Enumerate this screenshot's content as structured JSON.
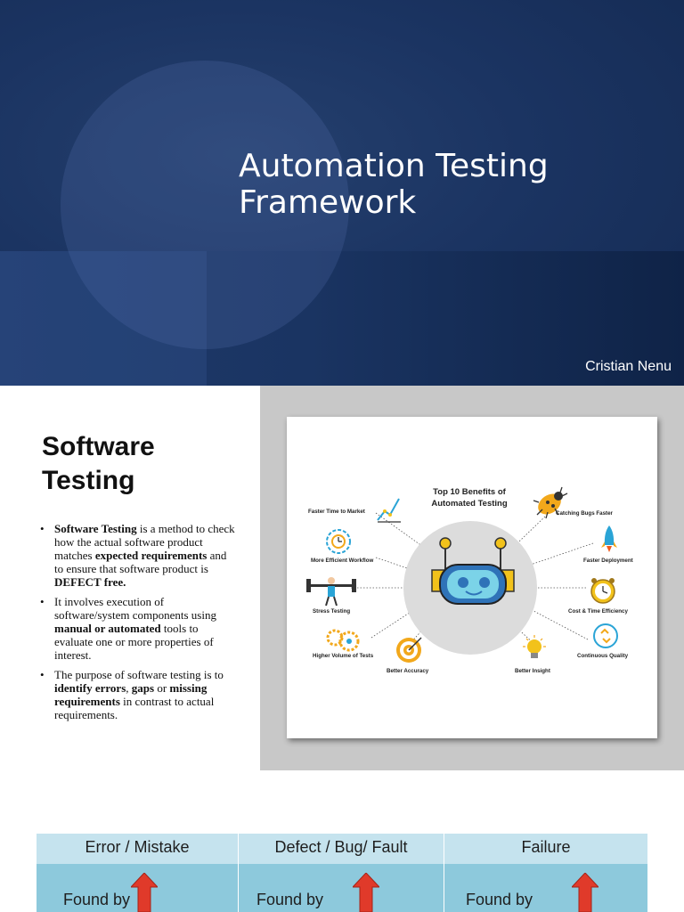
{
  "slide1": {
    "title_line1": "Automation Testing",
    "title_line2": "Framework",
    "author": "Cristian Nenu"
  },
  "slide2": {
    "heading_line1": "Software",
    "heading_line2": "Testing",
    "bullets": [
      {
        "parts": [
          {
            "text": "Software Testing",
            "bold": true
          },
          {
            "text": " is a method to check how the actual software product matches ",
            "bold": false
          },
          {
            "text": "expected requirements",
            "bold": true
          },
          {
            "text": " and to ensure that software product is ",
            "bold": false
          },
          {
            "text": "DEFECT free.",
            "bold": true
          }
        ]
      },
      {
        "parts": [
          {
            "text": " It involves execution of software/system components using ",
            "bold": false
          },
          {
            "text": "manual or automated",
            "bold": true
          },
          {
            "text": " tools to evaluate one or more properties of interest.",
            "bold": false
          }
        ]
      },
      {
        "parts": [
          {
            "text": "The purpose of software testing is to ",
            "bold": false
          },
          {
            "text": "identify errors",
            "bold": true
          },
          {
            "text": ", ",
            "bold": false
          },
          {
            "text": "gaps",
            "bold": true
          },
          {
            "text": " or ",
            "bold": false
          },
          {
            "text": "missing requirements",
            "bold": true
          },
          {
            "text": " in contrast to actual requirements.",
            "bold": false
          }
        ]
      }
    ],
    "infographic": {
      "title_line1": "Top 10 Benefits of",
      "title_line2": "Automated Testing",
      "benefits": {
        "faster_time_to_market": "Faster Time to Market",
        "more_efficient_workflow": "More Efficient Workflow",
        "stress_testing": "Stress Testing",
        "higher_volume_of_tests": "Higher Volume of Tests",
        "better_accuracy": "Better Accuracy",
        "better_insight": "Better Insight",
        "continuous_quality": "Continuous Quality",
        "cost_time_efficiency": "Cost & Time Efficiency",
        "faster_deployment": "Faster Deployment",
        "catching_bugs_faster": "Catching Bugs Faster"
      },
      "icons": {
        "faster_time_to_market": "chart-arrow-icon",
        "more_efficient_workflow": "gear-clock-icon",
        "stress_testing": "weightlifter-icon",
        "higher_volume_of_tests": "gears-icon",
        "better_accuracy": "target-icon",
        "better_insight": "lightbulb-icon",
        "continuous_quality": "refresh-icon",
        "cost_time_efficiency": "alarm-clock-icon",
        "faster_deployment": "rocket-icon",
        "catching_bugs_faster": "bug-icon"
      }
    }
  },
  "slide3": {
    "columns": [
      {
        "header": "Error / Mistake",
        "found_label": "Found by"
      },
      {
        "header": "Defect / Bug/ Fault",
        "found_label": "Found by"
      },
      {
        "header": "Failure",
        "found_label": "Found by"
      }
    ],
    "colors": {
      "header_bg": "#c5e3ee",
      "row_bg": "#8dc9dc",
      "arrow": "#e03a2a"
    }
  }
}
